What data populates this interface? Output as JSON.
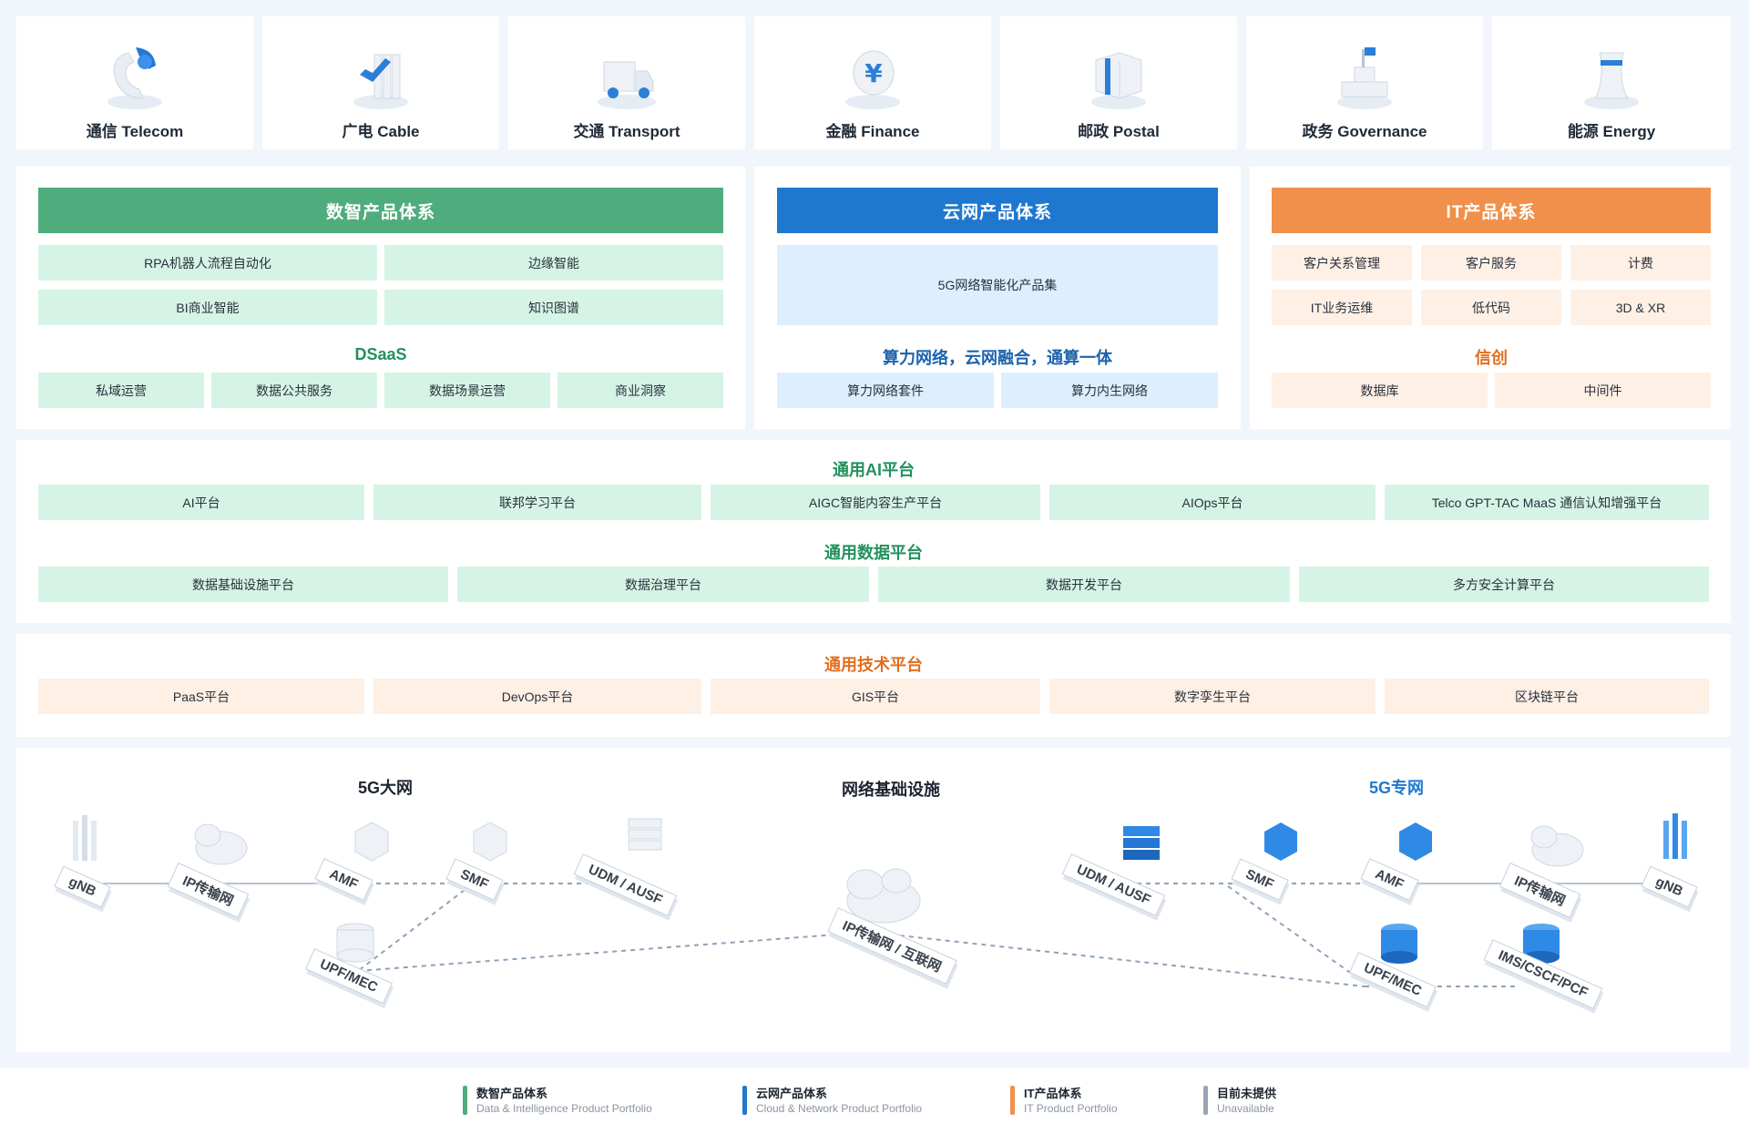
{
  "industries": [
    {
      "label": "通信 Telecom",
      "icon": "telephone-icon"
    },
    {
      "label": "广电 Cable",
      "icon": "cable-box-icon"
    },
    {
      "label": "交通 Transport",
      "icon": "truck-icon"
    },
    {
      "label": "金融 Finance",
      "icon": "yuan-coin-icon"
    },
    {
      "label": "邮政 Postal",
      "icon": "parcel-icon"
    },
    {
      "label": "政务 Governance",
      "icon": "government-building-icon"
    },
    {
      "label": "能源 Energy",
      "icon": "cooling-tower-icon"
    }
  ],
  "digital": {
    "title": "数智产品体系",
    "row1": [
      "RPA机器人流程自动化",
      "边缘智能"
    ],
    "row2": [
      "BI商业智能",
      "知识图谱"
    ],
    "sub": "DSaaS",
    "row3": [
      "私域运营",
      "数据公共服务",
      "数据场景运营",
      "商业洞察"
    ]
  },
  "cloud": {
    "title": "云网产品体系",
    "big": "5G网络智能化产品集",
    "sub": "算力网络，云网融合，通算一体",
    "row3": [
      "算力网络套件",
      "算力内生网络"
    ]
  },
  "it": {
    "title": "IT产品体系",
    "row1": [
      "客户关系管理",
      "客户服务",
      "计费"
    ],
    "row2": [
      "IT业务运维",
      "低代码",
      "3D & XR"
    ],
    "sub": "信创",
    "row3": [
      "数据库",
      "中间件"
    ]
  },
  "ai": {
    "title": "通用AI平台",
    "items": [
      "AI平台",
      "联邦学习平台",
      "AIGC智能内容生产平台",
      "AIOps平台",
      "Telco GPT-TAC MaaS 通信认知增强平台"
    ]
  },
  "data": {
    "title": "通用数据平台",
    "items": [
      "数据基础设施平台",
      "数据治理平台",
      "数据开发平台",
      "多方安全计算平台"
    ]
  },
  "tech": {
    "title": "通用技术平台",
    "items": [
      "PaaS平台",
      "DevOps平台",
      "GIS平台",
      "数字孪生平台",
      "区块链平台"
    ]
  },
  "network": {
    "left_title": "5G大网",
    "center_title": "网络基础设施",
    "right_title": "5G专网",
    "left_nodes": [
      "gNB",
      "IP传输网",
      "AMF",
      "SMF",
      "UDM / AUSF",
      "UPF/MEC"
    ],
    "center_node": "IP传输网 / 互联网",
    "right_nodes": [
      "UDM / AUSF",
      "SMF",
      "AMF",
      "IP传输网",
      "gNB",
      "UPF/MEC",
      "IMS/CSCF/PCF"
    ]
  },
  "legend": [
    {
      "zh": "数智产品体系",
      "en": "Data & Intelligence Product Portfolio",
      "color": "#4fac7d"
    },
    {
      "zh": "云网产品体系",
      "en": "Cloud & Network Product Portfolio",
      "color": "#1f78cf"
    },
    {
      "zh": "IT产品体系",
      "en": "IT Product Portfolio",
      "color": "#f0904a"
    },
    {
      "zh": "目前未提供",
      "en": "Unavailable",
      "color": "#9aa6b4"
    }
  ]
}
